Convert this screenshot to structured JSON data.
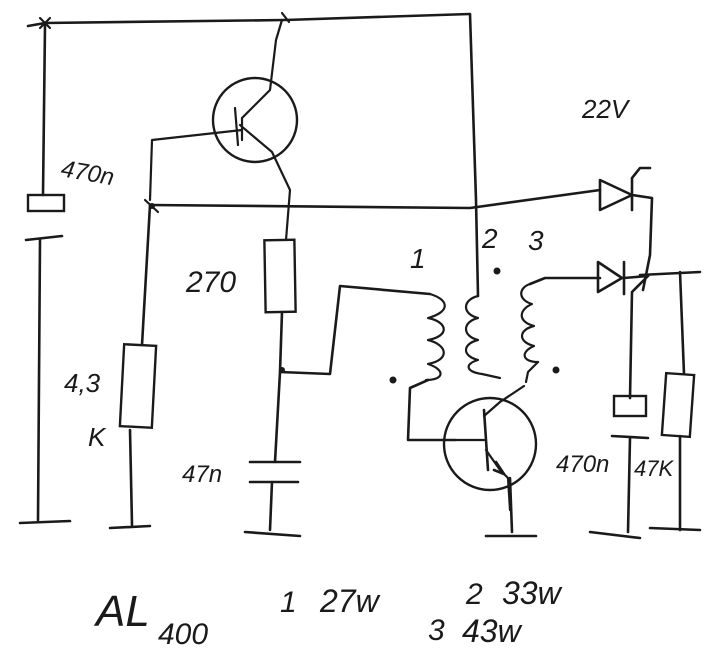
{
  "components": {
    "capacitor_left": "470n",
    "capacitor_mid": "47n",
    "capacitor_right": "470n",
    "resistor_top": "270",
    "resistor_left_value": "4,3",
    "resistor_left_unit": "K",
    "resistor_right": "47K",
    "zener": "22V"
  },
  "windings": {
    "w1": "1",
    "w2": "2",
    "w3": "3"
  },
  "notes": {
    "core": "AL",
    "core_value": "400",
    "turns_1_index": "1",
    "turns_1": "27w",
    "turns_2_index": "2",
    "turns_2": "33w",
    "turns_3_index": "3",
    "turns_3": "43w"
  }
}
